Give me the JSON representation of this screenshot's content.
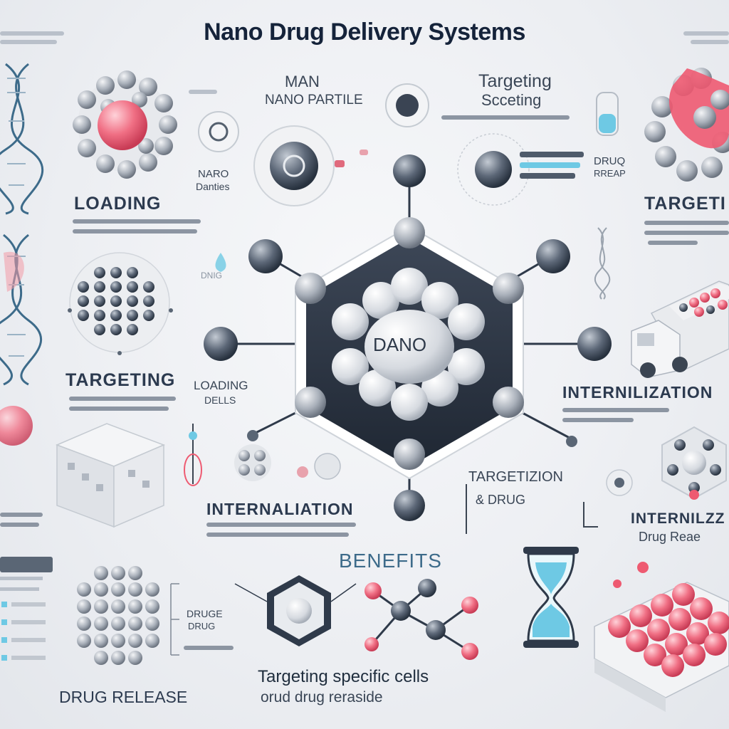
{
  "title": "Nano Drug Delivery Systems",
  "labels": {
    "loading": "LOADING",
    "targeting_top_right": "TARGETI",
    "targeting_left": "TARGETING",
    "internalization_right": "INTERNILIZATION",
    "internalization_left": "INTERNALIATION",
    "internalization_bottom_right": "INTERNILZZ",
    "drug_release_bottom_right": "Drug Reae",
    "benefits": "BENEFITS",
    "drug_release_left": "DRUG RELEASE",
    "targeting_specific_cells": "Targeting specific cells",
    "drug_reside": "orud drug reraside",
    "man": "MAN",
    "nano_partile": "NANO PARTILE",
    "targeting_top": "Targeting",
    "scceting": "Scceting",
    "nano_danties_1": "NARO",
    "nano_danties_2": "Danties",
    "drug_1": "DRUQ",
    "drug_2": "RREAP",
    "loading_dells_1": "LOADING",
    "loading_dells_2": "DELLS",
    "targetizion": "TARGETIZION",
    "and_drug": "& DRUG",
    "druge_1": "DRUGE",
    "druge_2": "DRUG",
    "center": "DANO",
    "dnig": "DNIG"
  },
  "colors": {
    "navy": "#2f3a4a",
    "sphere": "#d9dde3",
    "node": "#5a6675",
    "pink": "#ee5a71",
    "cyan": "#6ec9e4",
    "dna": "#3d6b8a"
  }
}
